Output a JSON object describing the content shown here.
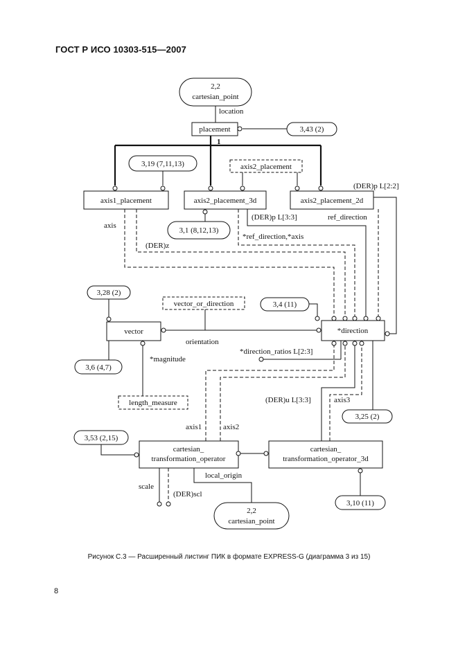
{
  "header": {
    "doc_id": "ГОСТ Р ИСО 10303-515—2007"
  },
  "caption": "Рисунок С.3 — Расширенный листинг ПИК в формате EXPRESS-G (диаграмма 3 из 15)",
  "page_number": "8",
  "diagram": {
    "refs": {
      "cp_top": [
        "2,2",
        "cartesian_point"
      ],
      "r343": "3,43 (2)",
      "r319": "3,19 (7,11,13)",
      "r31": "3,1 (8,12,13)",
      "r328": "3,28 (2)",
      "r34": "3,4 (11)",
      "r36": "3,6 (4,7)",
      "r353": "3,53 (2,15)",
      "r325": "3,25 (2)",
      "r310": "3,10 (11)",
      "cp_bottom": [
        "2,2",
        "cartesian_point"
      ]
    },
    "entities": {
      "placement": "placement",
      "axis1": "axis1_placement",
      "axis2_3d": "axis2_placement_3d",
      "axis2_2d": "axis2_placement_2d",
      "vector": "vector",
      "direction": "*direction",
      "cto": [
        "cartesian_",
        "transformation_operator"
      ],
      "cto3d": [
        "cartesian_",
        "transformation_operator_3d"
      ]
    },
    "types": {
      "axis2_placement": "axis2_placement",
      "vector_or_direction": "vector_or_direction",
      "length_measure": "length_measure"
    },
    "labels": {
      "location": "location",
      "one": "1",
      "der_p_2_2": "(DER)p L[2:2]",
      "der_p_3_3": "(DER)p L[3:3]",
      "ref_direction": "ref_direction",
      "ref_dir_axis": "*ref_direction,*axis",
      "axis": "axis",
      "der_z": "(DER)z",
      "orientation": "orientation",
      "direction_ratios": "*direction_ratios L[2:3]",
      "magnitude": "*magnitude",
      "der_u": "(DER)u L[3:3]",
      "axis3": "axis3",
      "axis1": "axis1",
      "axis2": "axis2",
      "local_origin": "local_origin",
      "scale": "scale",
      "der_scl": "(DER)scl"
    }
  }
}
